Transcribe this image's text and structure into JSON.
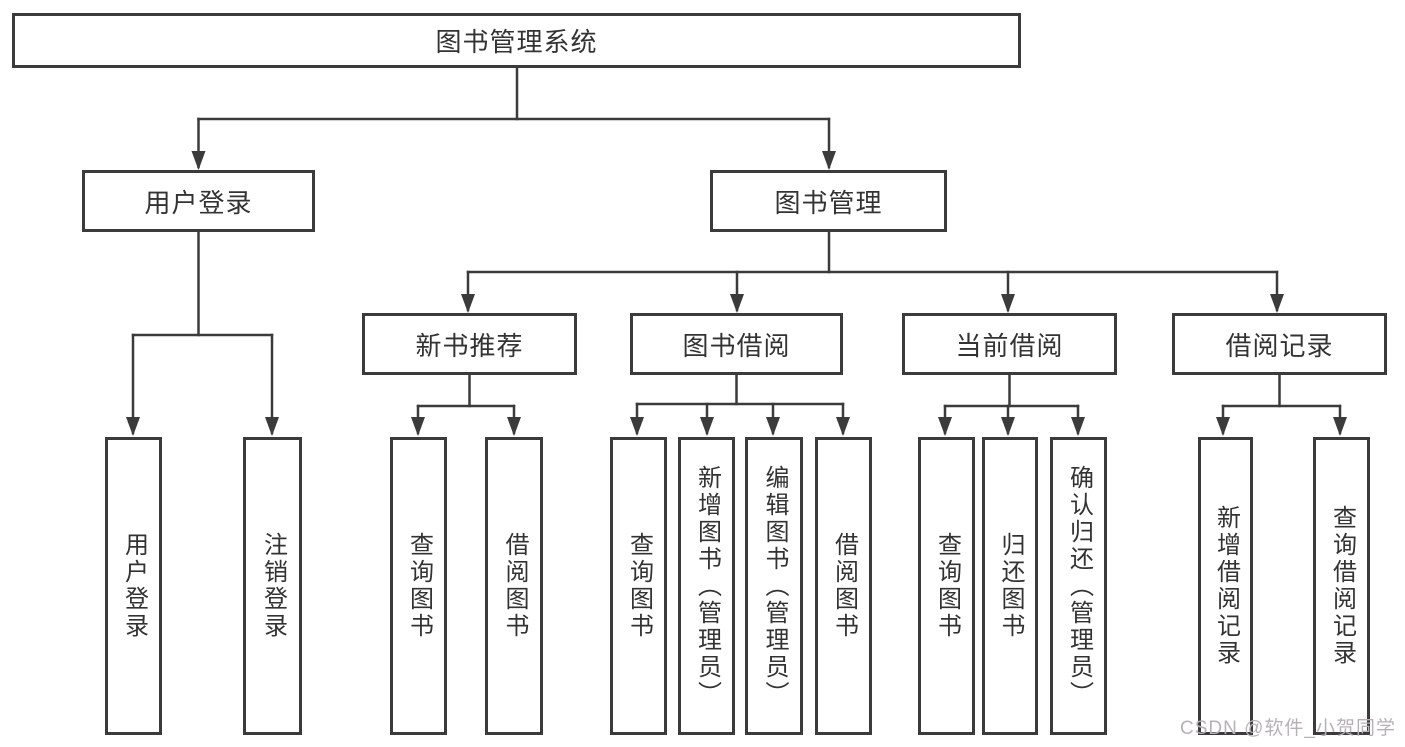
{
  "diagram": {
    "title": "图书管理系统",
    "level2": [
      {
        "label": "用户登录"
      },
      {
        "label": "图书管理"
      }
    ],
    "level3": [
      {
        "label": "新书推荐"
      },
      {
        "label": "图书借阅"
      },
      {
        "label": "当前借阅"
      },
      {
        "label": "借阅记录"
      }
    ],
    "leaves": [
      {
        "label": "用户登录"
      },
      {
        "label": "注销登录"
      },
      {
        "label": "查询图书"
      },
      {
        "label": "借阅图书"
      },
      {
        "label": "查询图书"
      },
      {
        "label": "新增图书（管理员）"
      },
      {
        "label": "编辑图书（管理员）"
      },
      {
        "label": "借阅图书"
      },
      {
        "label": "查询图书"
      },
      {
        "label": "归还图书"
      },
      {
        "label": "确认归还（管理员）"
      },
      {
        "label": "新增借阅记录"
      },
      {
        "label": "查询借阅记录"
      }
    ],
    "watermark": "CSDN @软件_小贺同学",
    "colors": {
      "line": "#3b3b3b",
      "text": "#333333",
      "watermark": "#b7b1b7",
      "background": "#ffffff"
    }
  }
}
